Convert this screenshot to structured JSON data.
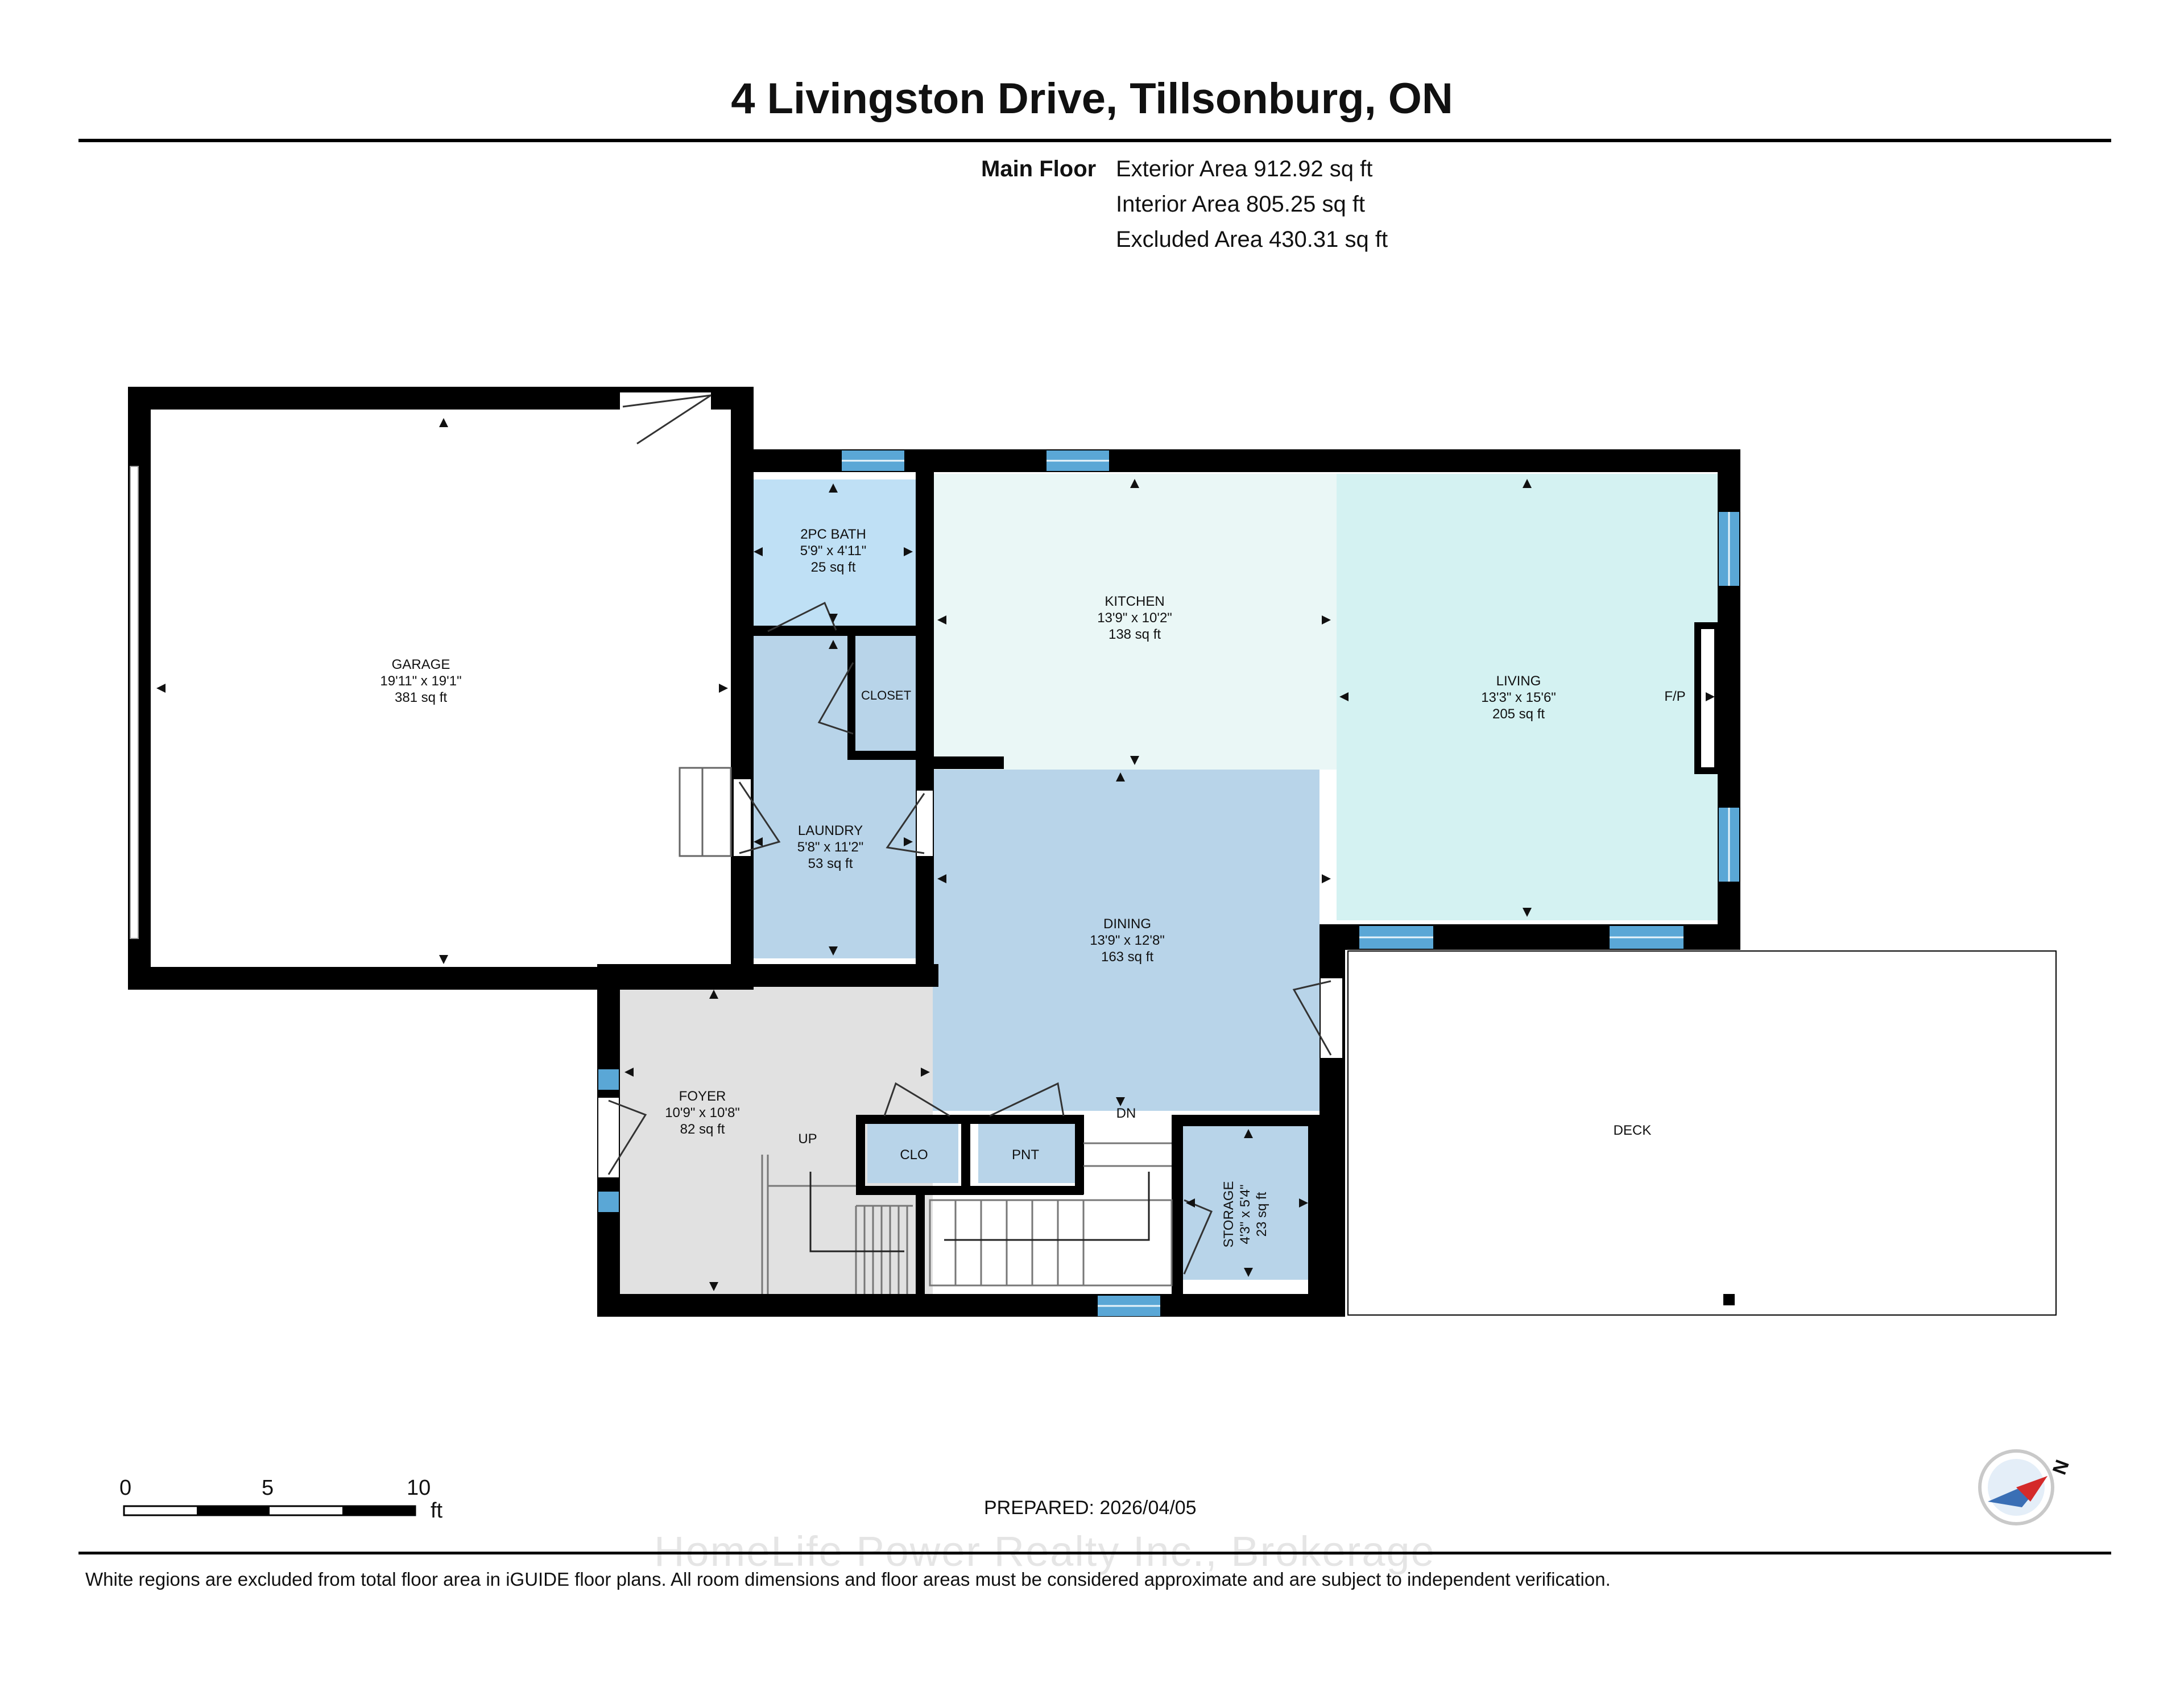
{
  "title": "4 Livingston Drive, Tillsonburg, ON",
  "floor_label": "Main Floor",
  "areas": [
    "Exterior Area 912.92 sq ft",
    "Interior Area 805.25 sq ft",
    "Excluded Area 430.31 sq ft"
  ],
  "rooms": {
    "garage": {
      "name": "GARAGE",
      "dims": "19'11\" x 19'1\"",
      "area": "381 sq ft"
    },
    "bath": {
      "name": "2PC BATH",
      "dims": "5'9\" x 4'11\"",
      "area": "25 sq ft"
    },
    "kitchen": {
      "name": "KITCHEN",
      "dims": "13'9\" x 10'2\"",
      "area": "138 sq ft"
    },
    "living": {
      "name": "LIVING",
      "dims": "13'3\" x 15'6\"",
      "area": "205 sq ft"
    },
    "closet": {
      "name": "CLOSET"
    },
    "laundry": {
      "name": "LAUNDRY",
      "dims": "5'8\" x 11'2\"",
      "area": "53 sq ft"
    },
    "dining": {
      "name": "DINING",
      "dims": "13'9\" x 12'8\"",
      "area": "163 sq ft"
    },
    "foyer": {
      "name": "FOYER",
      "dims": "10'9\" x 10'8\"",
      "area": "82 sq ft"
    },
    "storage": {
      "name": "STORAGE",
      "dims": "4'3\" x 5'4\"",
      "area": "23 sq ft"
    },
    "deck": {
      "name": "DECK"
    },
    "clo": {
      "name": "CLO"
    },
    "pnt": {
      "name": "PNT"
    }
  },
  "labels": {
    "fp": "F/P",
    "up": "UP",
    "dn": "DN"
  },
  "scale": {
    "ticks": [
      "0",
      "5",
      "10"
    ],
    "unit": "ft"
  },
  "prepared": "PREPARED: 2026/04/05",
  "watermark": "HomeLife Power Realty Inc., Brokerage",
  "disclaimer": "White regions are excluded from total floor area in iGUIDE floor plans. All room dimensions and floor areas must be considered approximate and are subject to independent verification.",
  "compass": {
    "letter": "N"
  },
  "colors": {
    "wall": "#000000",
    "bath": "#bfe0f5",
    "kitchen": "#eaf7f6",
    "living": "#d4f2f2",
    "dining": "#b8d4e9",
    "laundry": "#b8d4e9",
    "storage": "#b8d4e9",
    "foyer": "#e1e1e1",
    "window": "#5aa7d6"
  }
}
